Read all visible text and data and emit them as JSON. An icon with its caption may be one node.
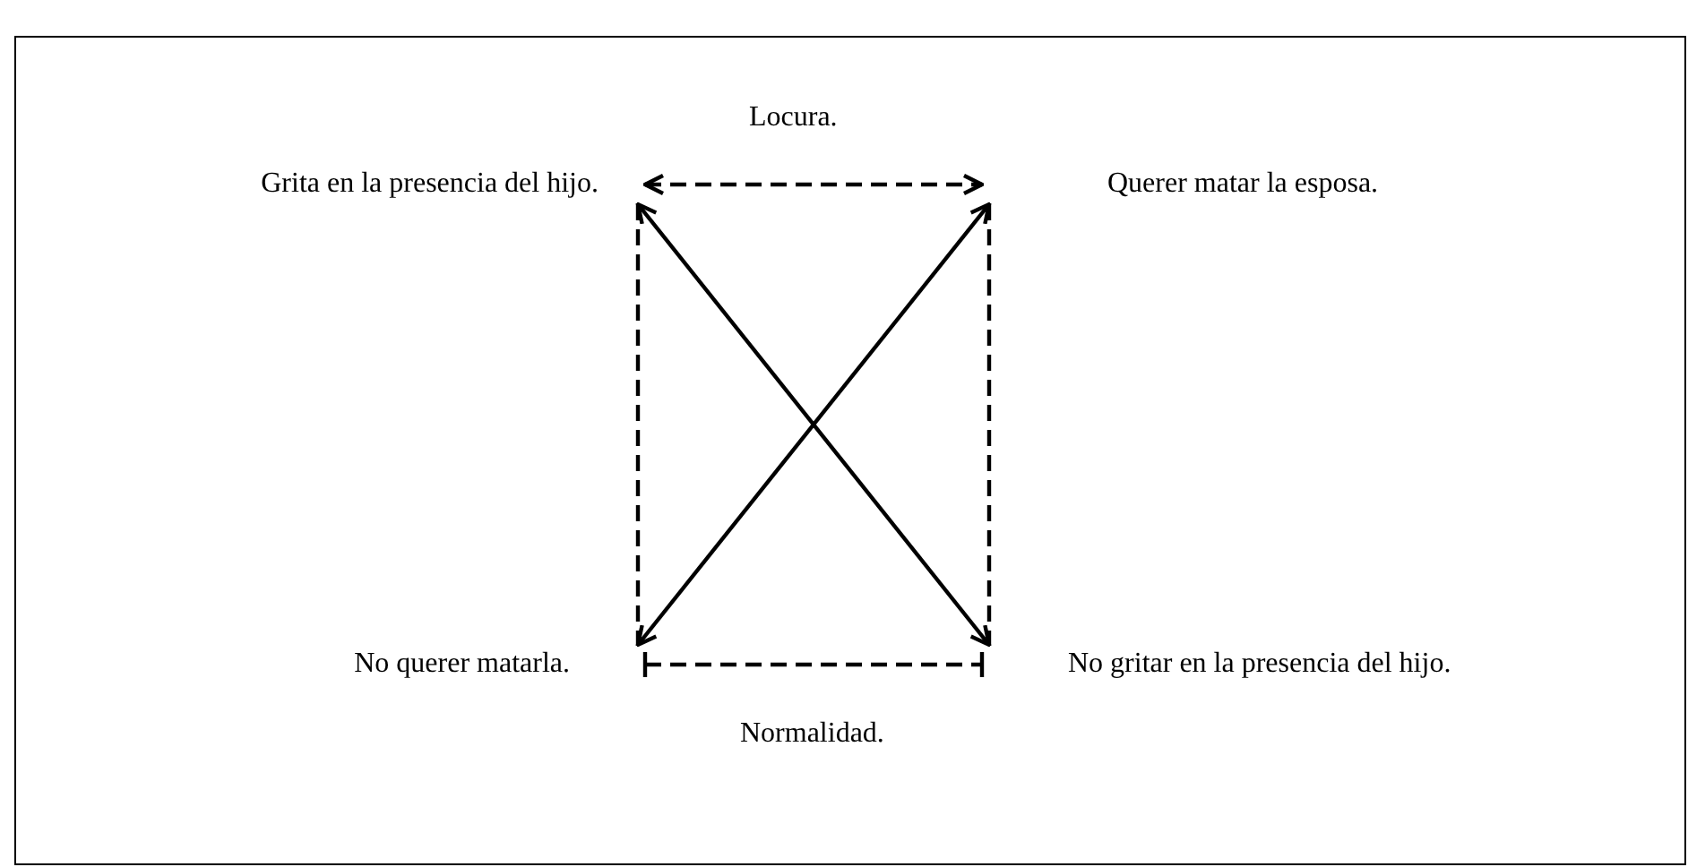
{
  "diagram": {
    "nodes": [
      {
        "text": [
          "Grita en la presencia del hijo."
        ]
      },
      {
        "text": [
          "Querer matar la esposa."
        ]
      },
      {
        "text": [
          "No querer matarla."
        ]
      },
      {
        "text": [
          "No gritar en la presencia del hijo."
        ]
      }
    ],
    "edges": [
      {
        "from": 0,
        "to": 1,
        "arrow": "both",
        "style": "dashed"
      },
      {
        "from": 2,
        "to": 3,
        "arrow": "other",
        "style": "dashed"
      },
      {
        "from": 0,
        "to": 2,
        "arrow": "none",
        "style": "dashed"
      },
      {
        "from": 1,
        "to": 3,
        "arrow": "none",
        "style": "dashed"
      },
      {
        "from": 0,
        "to": 3,
        "arrow": "both"
      },
      {
        "from": 1,
        "to": 2,
        "arrow": "both"
      }
    ],
    "labels": [
      "Locura.",
      "Normalidad."
    ]
  }
}
